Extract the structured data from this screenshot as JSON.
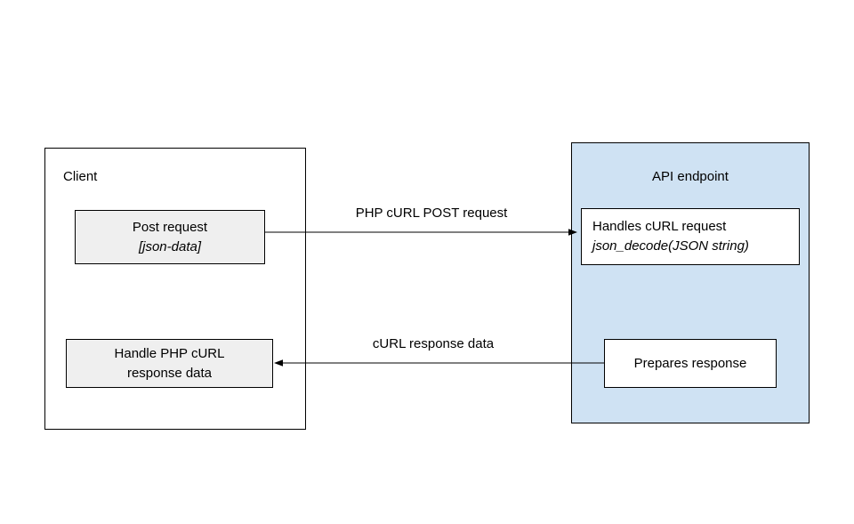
{
  "diagram": {
    "client": {
      "title": "Client",
      "post_request_line1": "Post request",
      "post_request_line2": "[json-data]",
      "handle_response_line1": "Handle PHP cURL",
      "handle_response_line2": "response data"
    },
    "api": {
      "title": "API endpoint",
      "handles_request_line1": "Handles cURL request",
      "handles_request_line2": "json_decode(JSON string)",
      "prepares_response_label": "Prepares response"
    },
    "arrows": {
      "request_label": "PHP cURL POST request",
      "response_label": "cURL response data"
    },
    "colors": {
      "api_fill": "#cfe2f3",
      "node_fill": "#efefef",
      "line": "#000000",
      "background": "#ffffff"
    }
  }
}
